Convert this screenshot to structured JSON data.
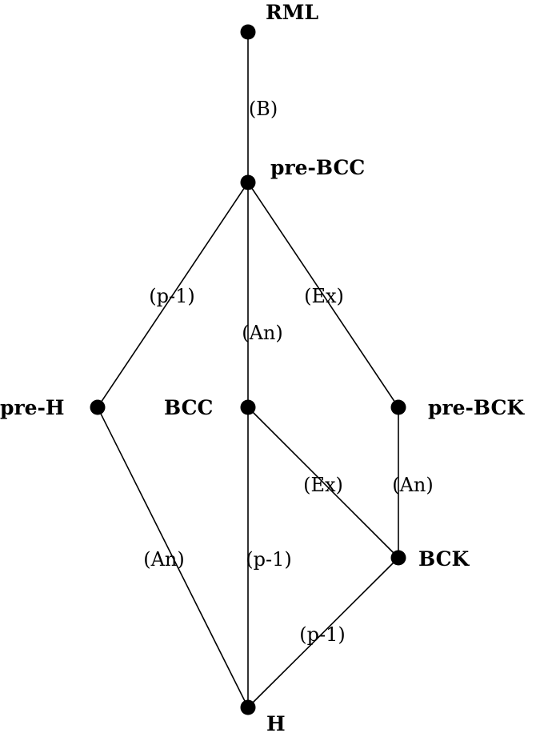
{
  "diagram": {
    "nodes": {
      "rml": "RML",
      "pre_bcc": "pre-BCC",
      "pre_h": "pre-H",
      "bcc": "BCC",
      "pre_bck": "pre-BCK",
      "bck": "BCK",
      "h": "H"
    },
    "edges": {
      "rml_pre_bcc": "(B)",
      "pre_bcc_pre_h": "(p-1)",
      "pre_bcc_bcc": "(An)",
      "pre_bcc_pre_bck": "(Ex)",
      "bcc_bck": "(Ex)",
      "pre_bck_bck": "(An)",
      "pre_h_h": "(An)",
      "bcc_h": "(p-1)",
      "bck_h": "(p-1)"
    }
  }
}
